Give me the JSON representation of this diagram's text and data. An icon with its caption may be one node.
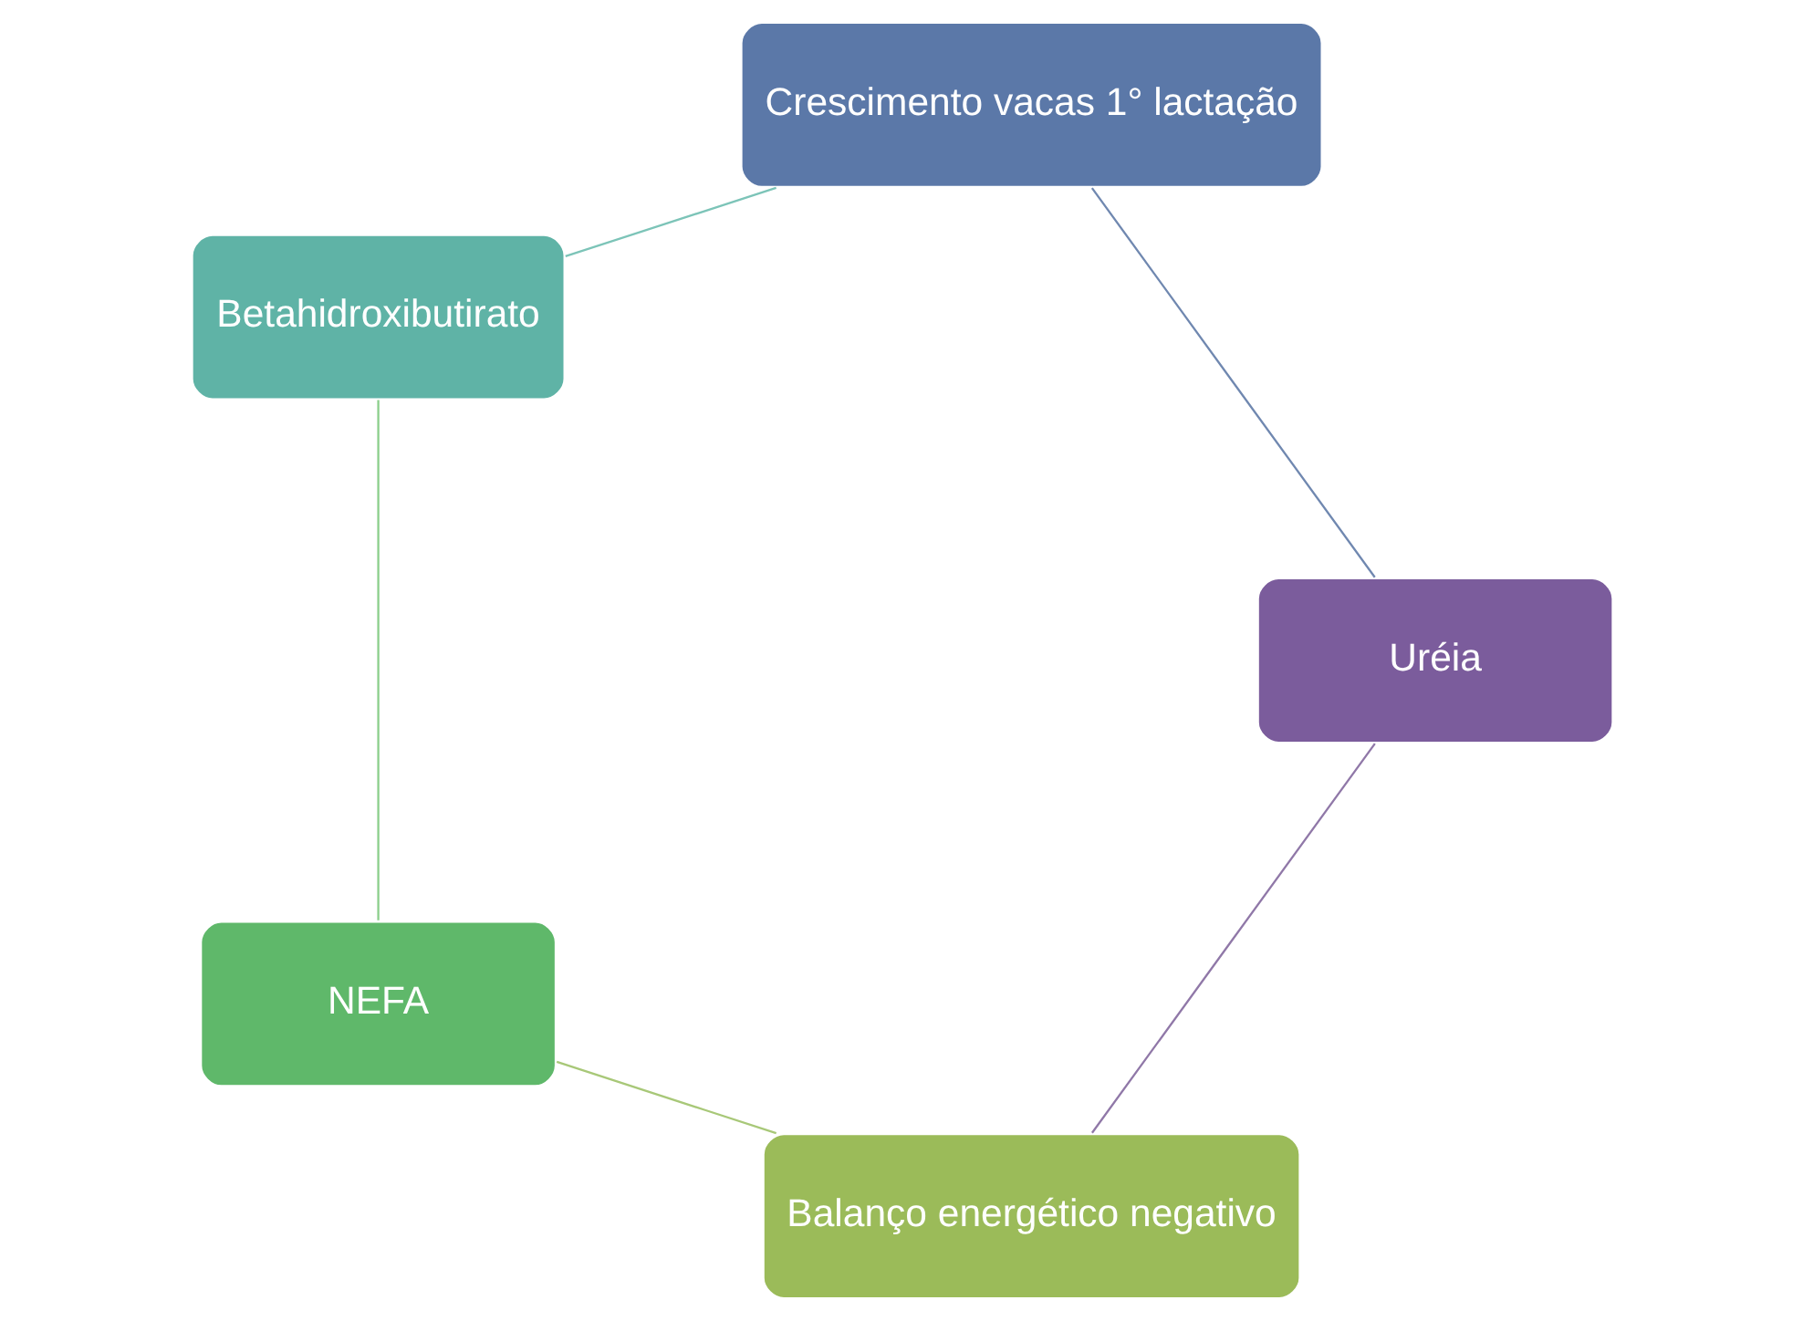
{
  "diagram": {
    "nodes": [
      {
        "text": [
          "Balanço energético negativo"
        ]
      },
      {
        "text": [
          "NEFA"
        ]
      },
      {
        "text": [
          "Betahidroxibutirato"
        ]
      },
      {
        "text": [
          "Crescimento vacas 1° lactação"
        ]
      },
      {
        "text": [
          "Uréia"
        ]
      }
    ],
    "edges": [
      {
        "from": 0,
        "to": 1,
        "arrow": "none",
        "color": "#a8c878"
      },
      {
        "from": 1,
        "to": 2,
        "arrow": "none",
        "color": "#8ccf8c"
      },
      {
        "from": 2,
        "to": 3,
        "arrow": "none",
        "color": "#7cc4b8"
      },
      {
        "from": 3,
        "to": 4,
        "arrow": "none",
        "color": "#7088b0"
      },
      {
        "from": 4,
        "to": 0,
        "arrow": "none",
        "color": "#9078a8"
      }
    ]
  }
}
